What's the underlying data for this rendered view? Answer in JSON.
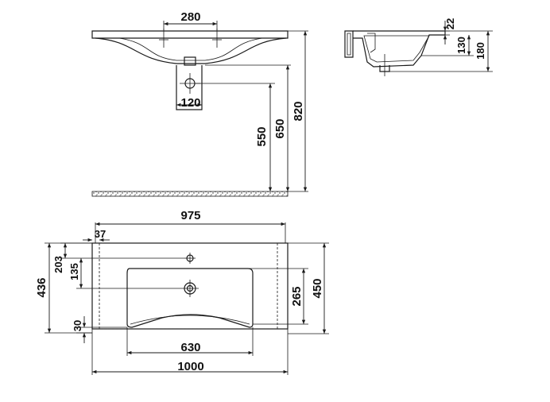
{
  "dims": {
    "front_tap_spacing": "280",
    "front_waste_width": "120",
    "front_h_550": "550",
    "front_h_650": "650",
    "front_h_820": "820",
    "side_22": "22",
    "side_130": "130",
    "side_180": "180",
    "top_975": "975",
    "top_37": "37",
    "top_203": "203",
    "top_135": "135",
    "top_436": "436",
    "top_30": "30",
    "top_265": "265",
    "top_450": "450",
    "top_630": "630",
    "top_1000": "1000"
  },
  "colors": {
    "line": "#1a1a1a",
    "background": "#ffffff"
  }
}
